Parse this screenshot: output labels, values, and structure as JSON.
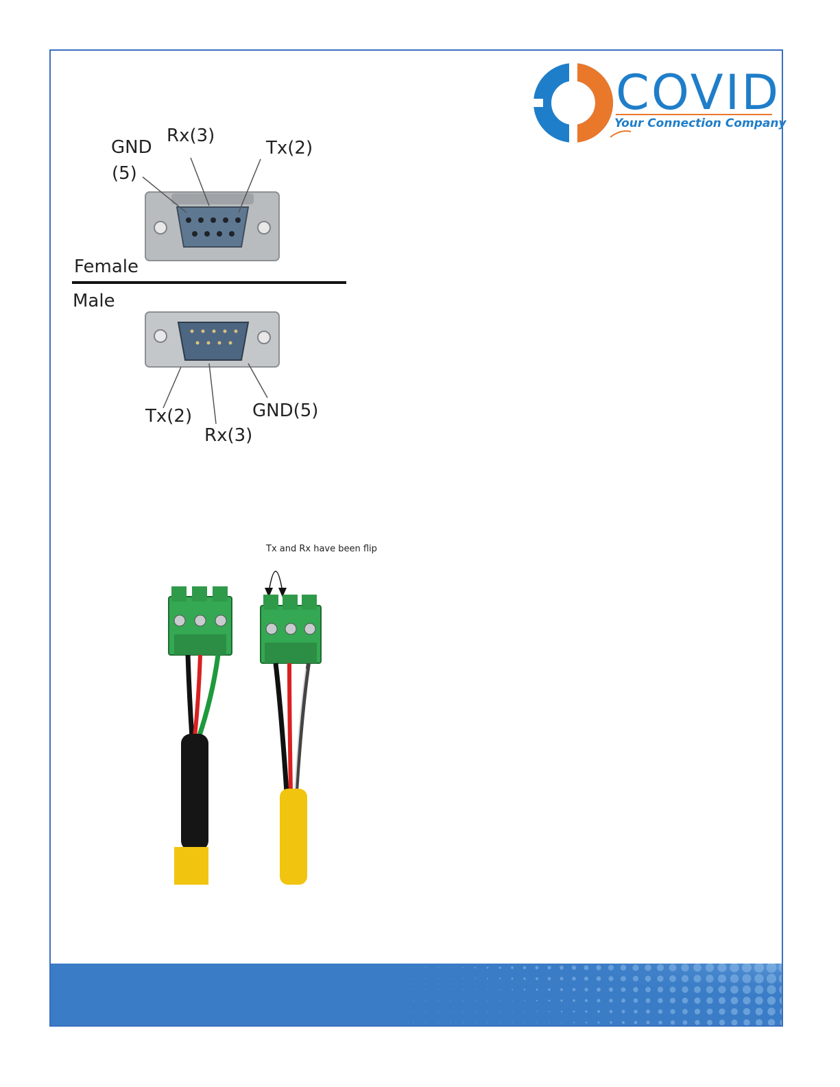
{
  "brand": {
    "name": "COVID",
    "tagline": "Your Connection Company",
    "colors": {
      "blue": "#1f7ec9",
      "orange": "#e9782a",
      "frame": "#3a6fbe",
      "band": "#3a7cc6"
    }
  },
  "db9_diagram": {
    "female_label": "Female",
    "male_label": "Male",
    "female_pins": {
      "gnd": "GND",
      "gnd_num": "(5)",
      "rx": "Rx(3)",
      "tx": "Tx(2)"
    },
    "male_pins": {
      "tx": "Tx(2)",
      "rx": "Rx(3)",
      "gnd": "GND(5)"
    }
  },
  "cable_photo": {
    "note": "Tx and Rx have been flip"
  }
}
